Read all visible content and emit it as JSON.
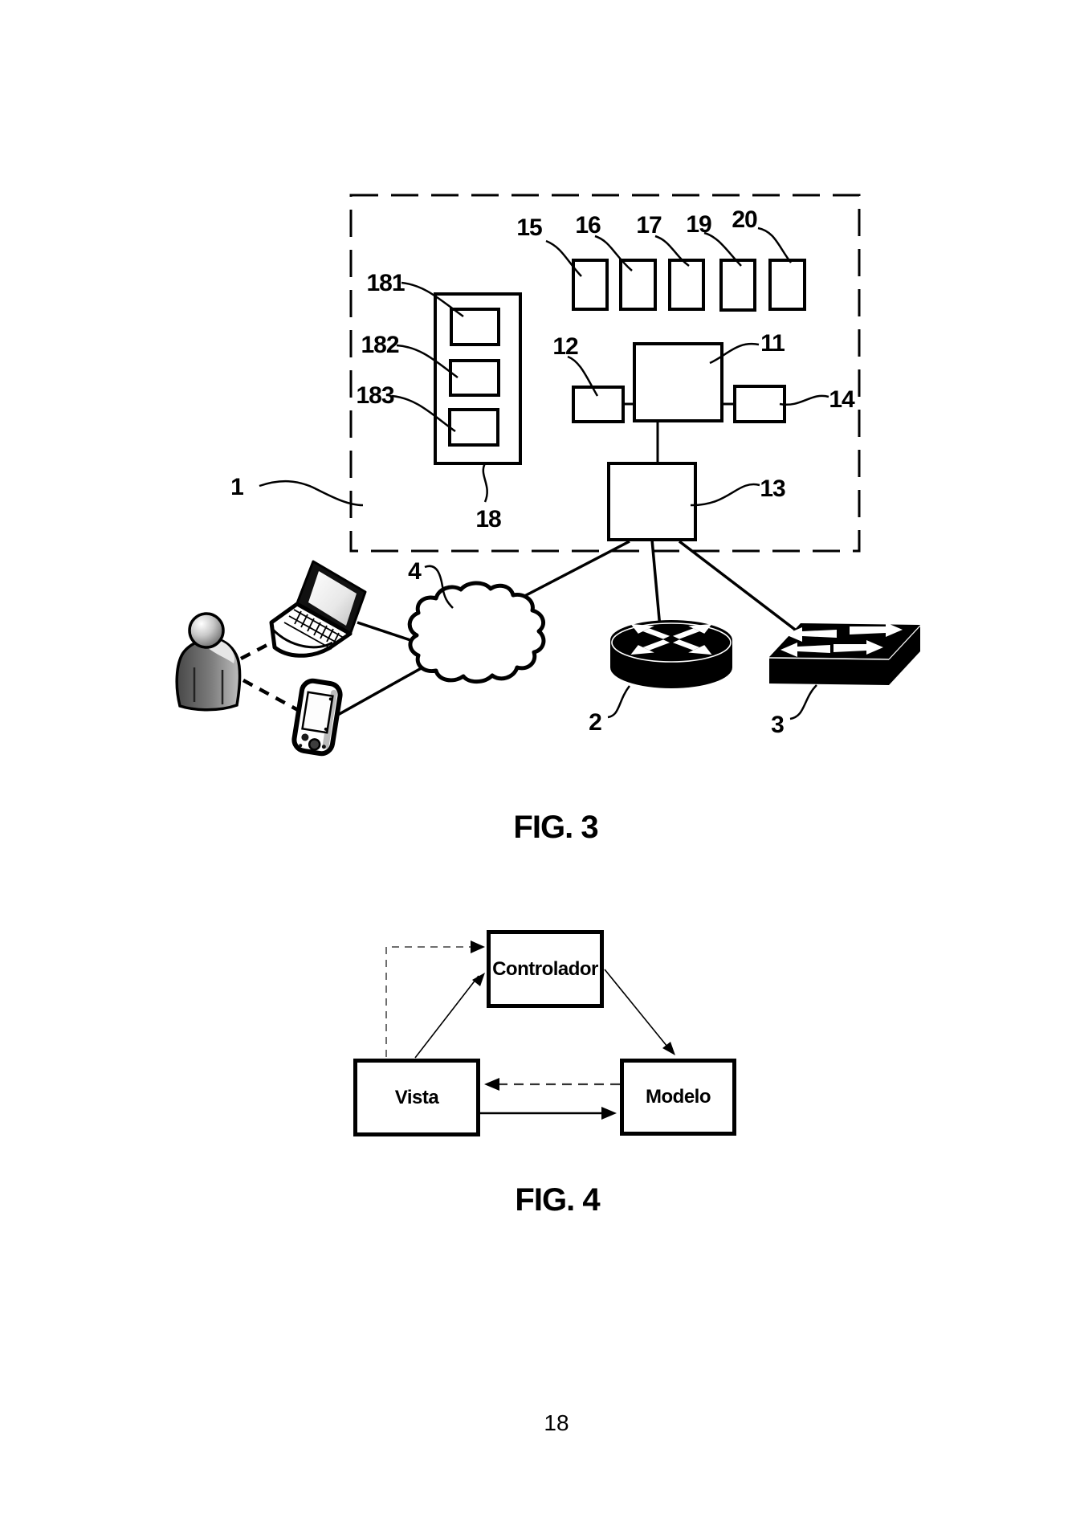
{
  "page": {
    "number": "18",
    "paper_color": "#ffffff",
    "ink_color": "#000000"
  },
  "fig3": {
    "caption": "FIG. 3",
    "ref_labels": {
      "n1": "1",
      "n2": "2",
      "n3": "3",
      "n4": "4",
      "n11": "11",
      "n12": "12",
      "n13": "13",
      "n14": "14",
      "n15": "15",
      "n16": "16",
      "n17": "17",
      "n18": "18",
      "n19": "19",
      "n20": "20",
      "n181": "181",
      "n182": "182",
      "n183": "183"
    },
    "icons": [
      "user-icon",
      "laptop-icon",
      "pda-icon",
      "cloud-icon",
      "router-icon",
      "switch-icon"
    ]
  },
  "fig4": {
    "caption": "FIG. 4",
    "controller": "Controlador",
    "view": "Vista",
    "model": "Modelo"
  }
}
